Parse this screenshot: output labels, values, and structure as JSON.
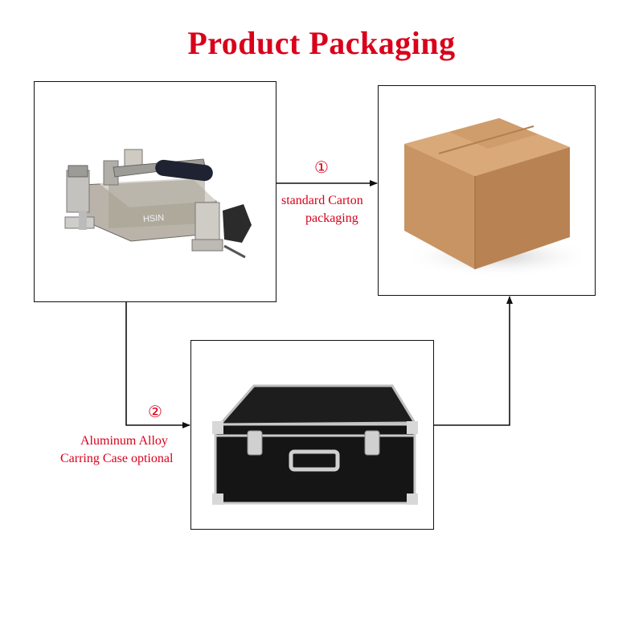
{
  "page": {
    "title": "Product Packaging"
  },
  "options": [
    {
      "number": "①",
      "line1": "standard Carton",
      "line2": "packaging"
    },
    {
      "number": "②",
      "line1": "Aluminum Alloy",
      "line2": "Carring Case optional"
    }
  ],
  "product": {
    "brand": "HSIN"
  },
  "colors": {
    "accent": "#d9001b",
    "line": "#111111",
    "carton": "#c9966a"
  }
}
